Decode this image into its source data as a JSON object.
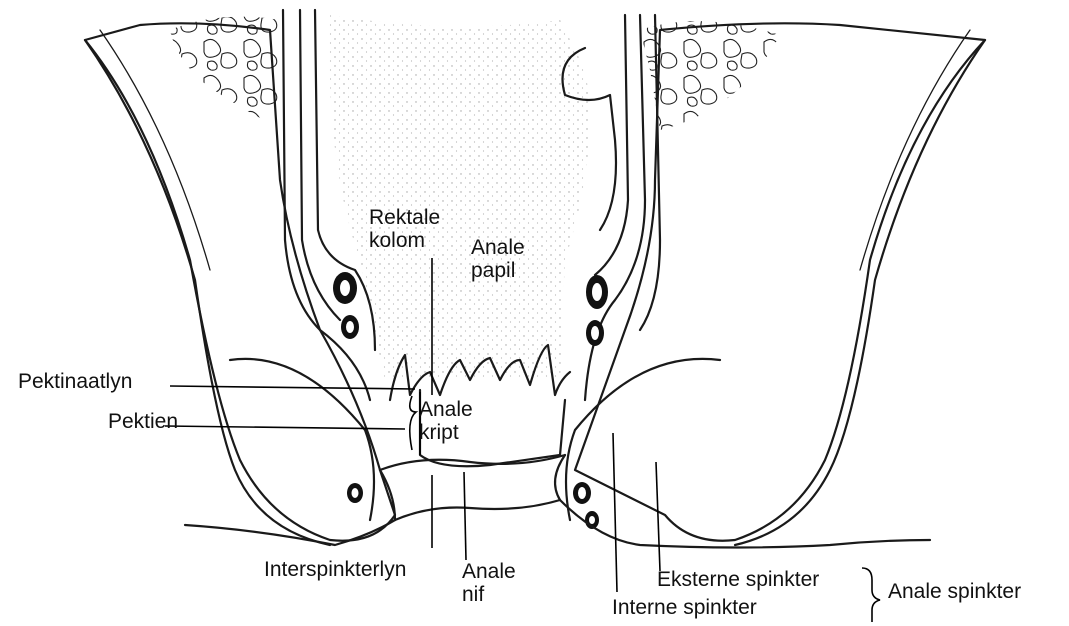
{
  "labels": {
    "rektale_kolom_1": "Rektale",
    "rektale_kolom_2": "kolom",
    "anale_papil_1": "Anale",
    "anale_papil_2": "papil",
    "pektinaatlyn": "Pektinaatlyn",
    "pektien": "Pektien",
    "anale_kript_1": "Anale",
    "anale_kript_2": "kript",
    "interspinkterlyn": "Interspinkterlyn",
    "anale_nif_1": "Anale",
    "anale_nif_2": "nif",
    "eksterne_spinkter": "Eksterne spinkter",
    "interne_spinkter": "Interne spinkter",
    "anale_spinkter": "Anale spinkter"
  }
}
